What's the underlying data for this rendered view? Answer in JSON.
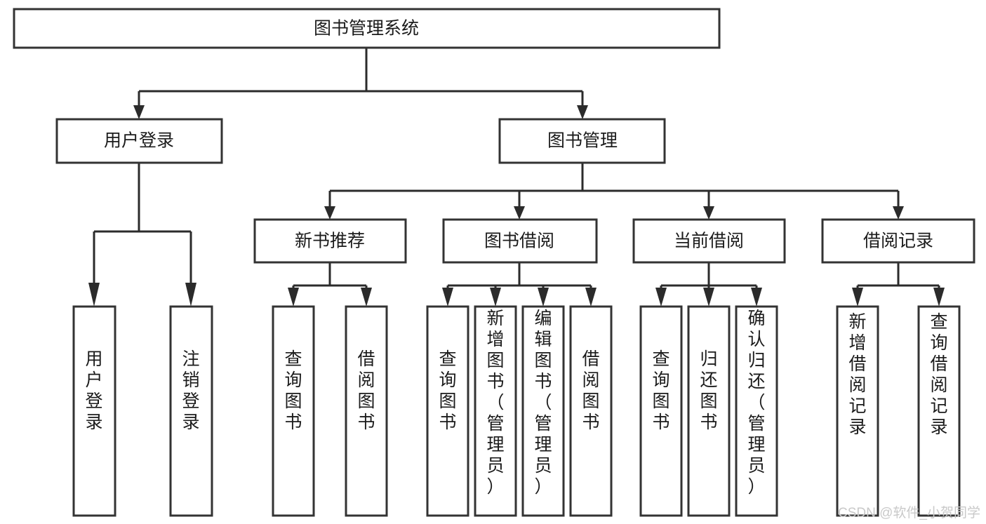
{
  "diagram": {
    "title_node": {
      "label": "图书管理系统"
    },
    "level2": [
      {
        "id": "user-login",
        "label": "用户登录"
      },
      {
        "id": "book-management",
        "label": "图书管理"
      }
    ],
    "level3": [
      {
        "id": "new-book-recommend",
        "label": "新书推荐"
      },
      {
        "id": "book-borrow",
        "label": "图书借阅"
      },
      {
        "id": "current-borrow",
        "label": "当前借阅"
      },
      {
        "id": "borrow-record",
        "label": "借阅记录"
      }
    ],
    "leaves": [
      {
        "id": "leaf-user-login",
        "label": "用户登录",
        "parent": "user-login"
      },
      {
        "id": "leaf-logout-login",
        "label": "注销登录",
        "parent": "user-login"
      },
      {
        "id": "leaf-query-book-1",
        "label": "查询图书",
        "parent": "new-book-recommend"
      },
      {
        "id": "leaf-borrow-book-1",
        "label": "借阅图书",
        "parent": "new-book-recommend"
      },
      {
        "id": "leaf-query-book-2",
        "label": "查询图书",
        "parent": "book-borrow"
      },
      {
        "id": "leaf-add-book",
        "label": "新增图书（管理员）",
        "parent": "book-borrow"
      },
      {
        "id": "leaf-edit-book",
        "label": "编辑图书（管理员）",
        "parent": "book-borrow"
      },
      {
        "id": "leaf-borrow-book-2",
        "label": "借阅图书",
        "parent": "book-borrow"
      },
      {
        "id": "leaf-query-book-3",
        "label": "查询图书",
        "parent": "current-borrow"
      },
      {
        "id": "leaf-return-book",
        "label": "归还图书",
        "parent": "current-borrow"
      },
      {
        "id": "leaf-confirm-return",
        "label": "确认归还（管理员）",
        "parent": "current-borrow"
      },
      {
        "id": "leaf-add-record",
        "label": "新增借阅记录",
        "parent": "borrow-record"
      },
      {
        "id": "leaf-query-record",
        "label": "查询借阅记录",
        "parent": "borrow-record"
      }
    ],
    "colors": {
      "node_fill": "#ffffff",
      "node_stroke": "#333333",
      "connector": "#2b2b2b",
      "text": "#1b1b1b",
      "watermark": "#c9c9c9"
    }
  },
  "watermark": {
    "text": "CSDN @软件_小贺同学"
  }
}
